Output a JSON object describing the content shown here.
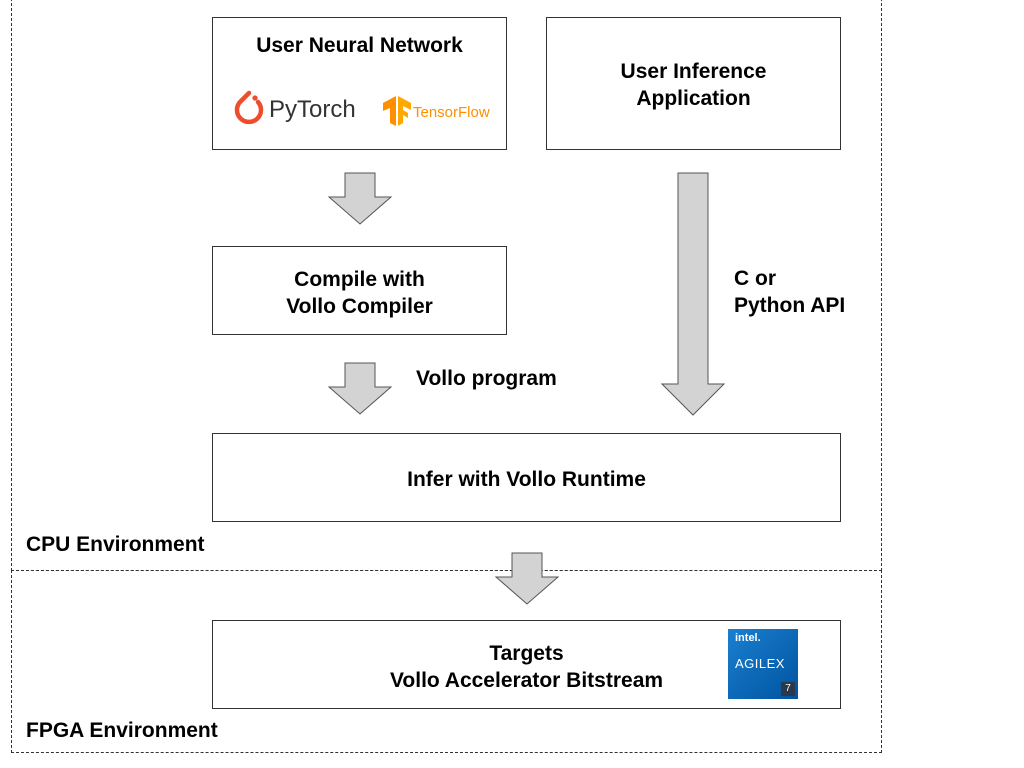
{
  "regions": {
    "cpu_label": "CPU Environment",
    "fpga_label": "FPGA Environment"
  },
  "boxes": {
    "user_network": {
      "title": "User Neural Network",
      "logos": {
        "pytorch": "PyTorch",
        "tensorflow": "TensorFlow"
      }
    },
    "user_app": {
      "line1": "User Inference",
      "line2": "Application"
    },
    "compile": {
      "line1": "Compile with",
      "line2": "Vollo Compiler"
    },
    "runtime": {
      "title": "Infer with Vollo Runtime"
    },
    "targets": {
      "line1": "Targets",
      "line2": "Vollo Accelerator Bitstream",
      "badge": {
        "brand": "intel.",
        "product": "AGILEX",
        "series": "7"
      }
    }
  },
  "edge_labels": {
    "program": "Vollo program",
    "api_line1": "C or",
    "api_line2": "Python API"
  },
  "colors": {
    "arrow_fill": "#d3d3d3",
    "arrow_stroke": "#555555",
    "pytorch": "#ee4c2c",
    "tensorflow": "#ff8f00",
    "intel_blue": "#0068b5"
  }
}
